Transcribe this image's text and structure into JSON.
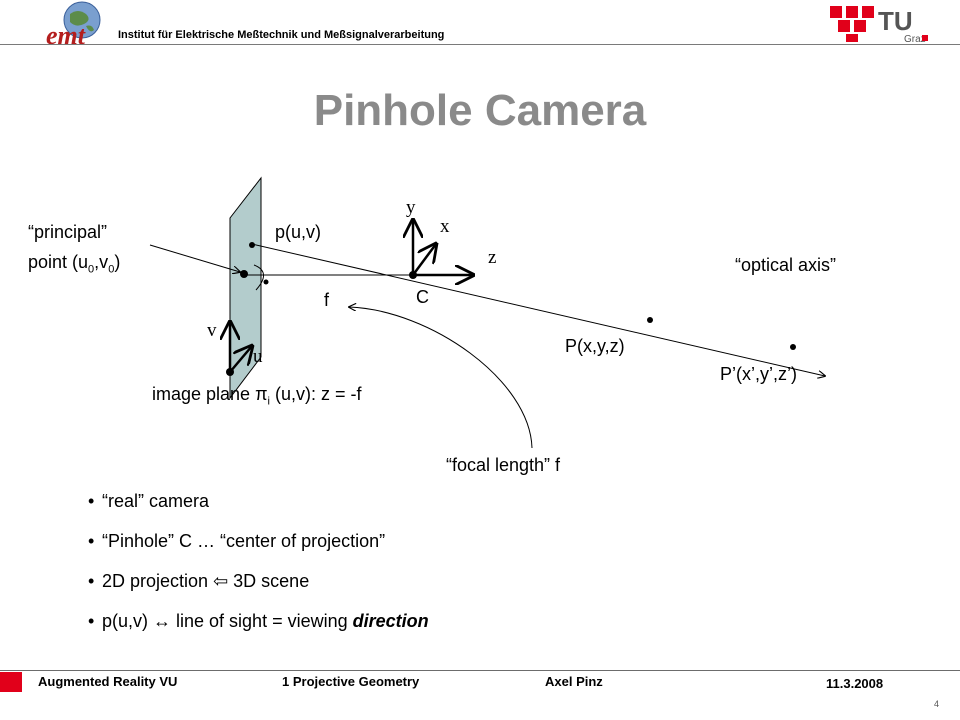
{
  "header": {
    "institute": "Institut für Elektrische Meßtechnik und Meßsignalverarbeitung",
    "logo_left_text": "emt",
    "logo_right_text": "TU",
    "logo_right_sub": "Graz"
  },
  "title": "Pinhole Camera",
  "diagram": {
    "principal_line1": "“principal”",
    "principal_line2_pre": "point (u",
    "principal_sub0": "0",
    "principal_mid": ",v",
    "principal_sub1": "0",
    "principal_end": ")",
    "p_uv": "p(u,v)",
    "y_axis": "y",
    "x_axis": "x",
    "z_axis": "z",
    "c_label": "C",
    "optical_axis": "“optical axis”",
    "f_label": "f",
    "v_axis": "v",
    "u_axis": "u",
    "p_xyz": "P(x,y,z)",
    "p_prime": "P’(x’,y’,z’)",
    "image_plane_pre": "image plane π",
    "image_plane_sub": "i",
    "image_plane_post": " (u,v): z = -f",
    "focal_length": "“focal length” f"
  },
  "bullets": [
    {
      "text": "“real” camera"
    },
    {
      "text": "“Pinhole” C … “center of projection”"
    },
    {
      "pre": "2D projection ",
      "arrow": "⇦",
      "post": " 3D scene"
    },
    {
      "pre": "p(u,v) ↔ line of sight = viewing ",
      "emph": "direction"
    }
  ],
  "footer": {
    "course": "Augmented Reality VU",
    "chapter": "1 Projective Geometry",
    "author": "Axel Pinz",
    "date": "11.3.2008",
    "slide_number": "4"
  },
  "colors": {
    "title": "#8a8a8a",
    "plane_fill": "#b3cccc",
    "tu_red": "#e1001a",
    "emt_red": "#b41e1e"
  }
}
